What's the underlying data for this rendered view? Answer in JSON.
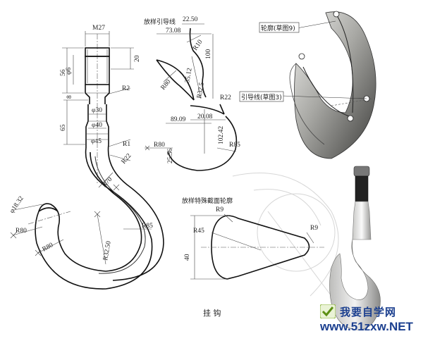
{
  "caption": "挂 钩",
  "hook_drawing": {
    "thread": "M27",
    "dims": {
      "d20": "20",
      "d56": "56",
      "phi6": "φ6",
      "d8": "8",
      "d65": "65",
      "phi30": "φ30",
      "phi40": "φ40",
      "phi45": "φ45",
      "R2": "R2",
      "R1": "R1",
      "R22": "R22",
      "R70": "R70",
      "R85": "R85",
      "R80_left": "R80",
      "R80_low": "R80",
      "phi18_32": "φ18.32",
      "R32_50": "R32.50"
    }
  },
  "guide_line_sketch": {
    "title": "放样引导线",
    "dims": {
      "d22_50": "22.50",
      "d73_08": "73.08",
      "R10": "R10",
      "d100": "100",
      "d35_12": "35.12",
      "R32_5": "R32.5",
      "R80": "R80"
    }
  },
  "profile_sketch": {
    "dims": {
      "R22": "R22",
      "d89_09": "89.09",
      "d20_08": "20.08",
      "d102_42": "102.42",
      "R85": "R85",
      "R80": "R80",
      "d25_56": "25.56"
    }
  },
  "section_sketch": {
    "title": "放样特殊截面轮廓",
    "dims": {
      "R9_top": "R9",
      "R45": "R45",
      "R9_right": "R9",
      "d40": "40"
    }
  },
  "model_callouts": {
    "contour": "轮廓(草图9)",
    "guide": "引导线(草图3)"
  },
  "watermark": {
    "line1": "我要自学网",
    "line2": "www.51zxw.NET"
  }
}
